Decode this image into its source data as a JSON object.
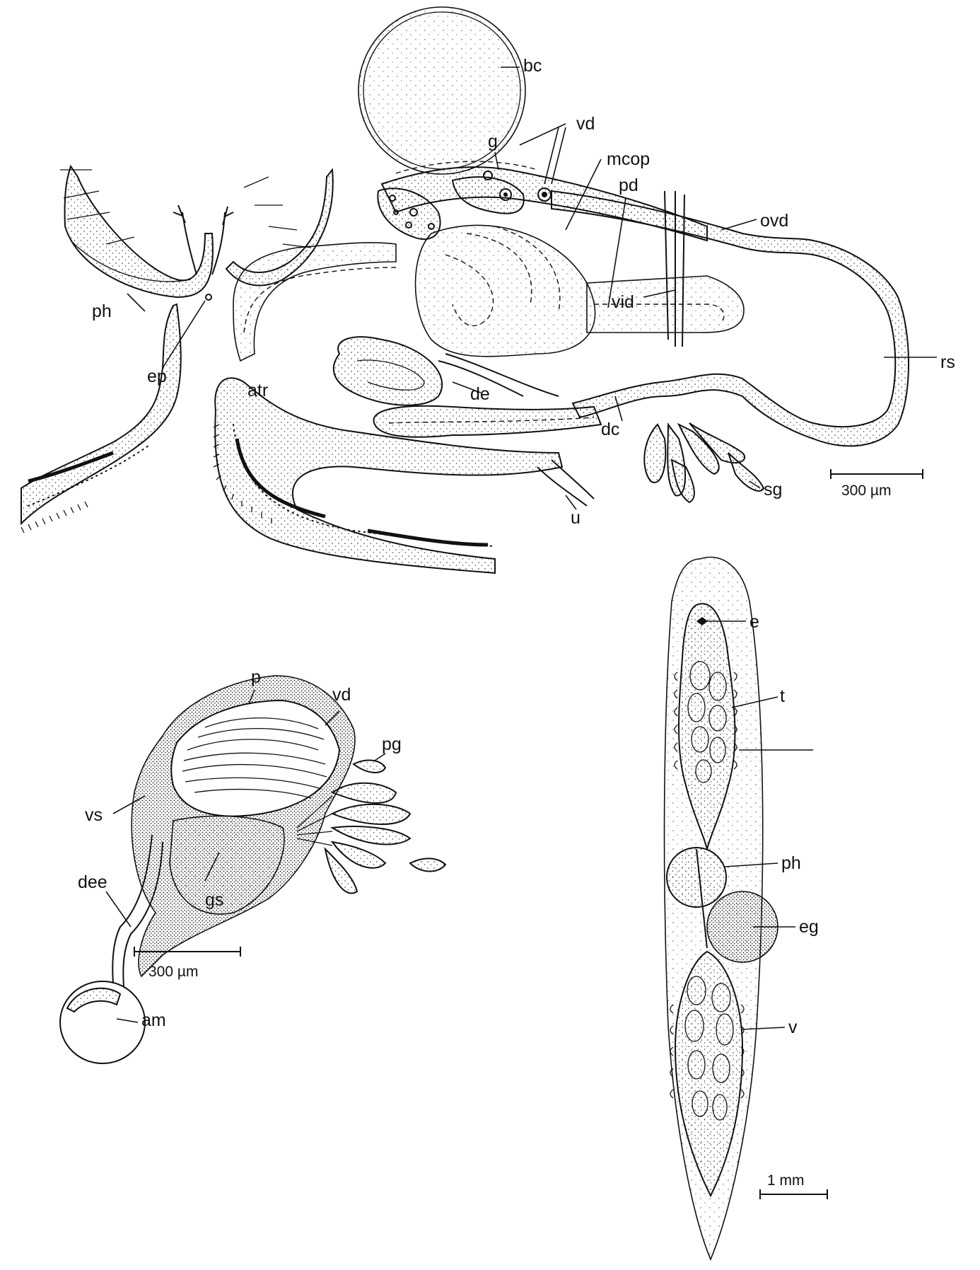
{
  "labels": {
    "bc": "bc",
    "vd_top": "vd",
    "g": "g",
    "mcop": "mcop",
    "pd": "pd",
    "ovd": "ovd",
    "vid": "vid",
    "rs": "rs",
    "ph_top": "ph",
    "ep": "ep",
    "atr": "atr",
    "de": "de",
    "dc": "dc",
    "sg": "sg",
    "u": "u",
    "p": "p",
    "vd_mid": "vd",
    "pg": "pg",
    "vs": "vs",
    "dee": "dee",
    "gs": "gs",
    "am": "am",
    "e": "e",
    "t": "t",
    "ph_right": "ph",
    "eg": "eg",
    "v": "v"
  },
  "scale_bars": {
    "top_right": "300 µm",
    "bottom_left": "300 µm",
    "bottom_right": "1 mm"
  },
  "colors": {
    "ink": "#111111",
    "paper": "#ffffff"
  }
}
